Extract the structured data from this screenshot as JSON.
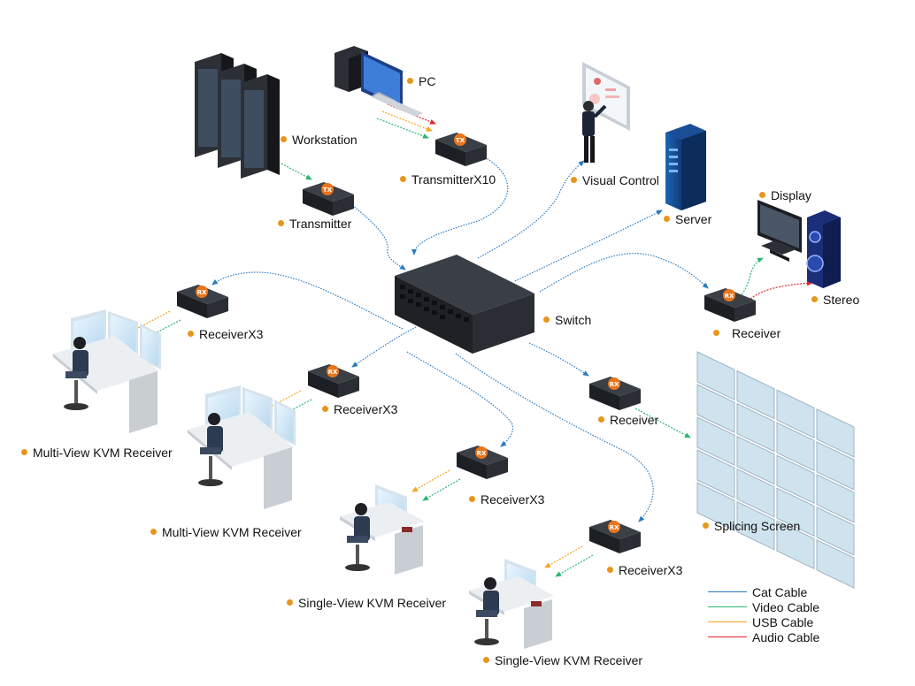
{
  "labels": {
    "pc": "PC",
    "workstation": "Workstation",
    "transmitter_x10": "TransmitterX10",
    "transmitter": "Transmitter",
    "visual_control": "Visual Control",
    "server": "Server",
    "display": "Display",
    "stereo": "Stereo",
    "switch": "Switch",
    "receiver_right": "Receiver",
    "receiver_x3_top_left": "ReceiverX3",
    "receiver_x3_mid_left": "ReceiverX3",
    "multi_view_1": "Multi-View KVM Receiver",
    "multi_view_2": "Multi-View KVM Receiver",
    "receiver_splice": "Receiver",
    "splicing_screen": "Splicing Screen",
    "receiver_x3_center": "ReceiverX3",
    "single_view_1": "Single-View KVM Receiver",
    "receiver_x3_bottom": "ReceiverX3",
    "single_view_2": "Single-View KVM Receiver"
  },
  "device_badges": {
    "tx": "TX",
    "rx": "RX"
  },
  "legend": [
    {
      "label": "Cat Cable",
      "color": "#2a7bc0"
    },
    {
      "label": "Video Cable",
      "color": "#2bb673"
    },
    {
      "label": "USB Cable",
      "color": "#f7a41d"
    },
    {
      "label": "Audio Cable",
      "color": "#e4232b"
    }
  ],
  "colors": {
    "cat": "#2a7bc0",
    "video": "#2bb673",
    "usb": "#f7a41d",
    "audio": "#e4232b",
    "dot": "#e8951c",
    "device_body": "#26292e",
    "badge": "#e8751c"
  }
}
